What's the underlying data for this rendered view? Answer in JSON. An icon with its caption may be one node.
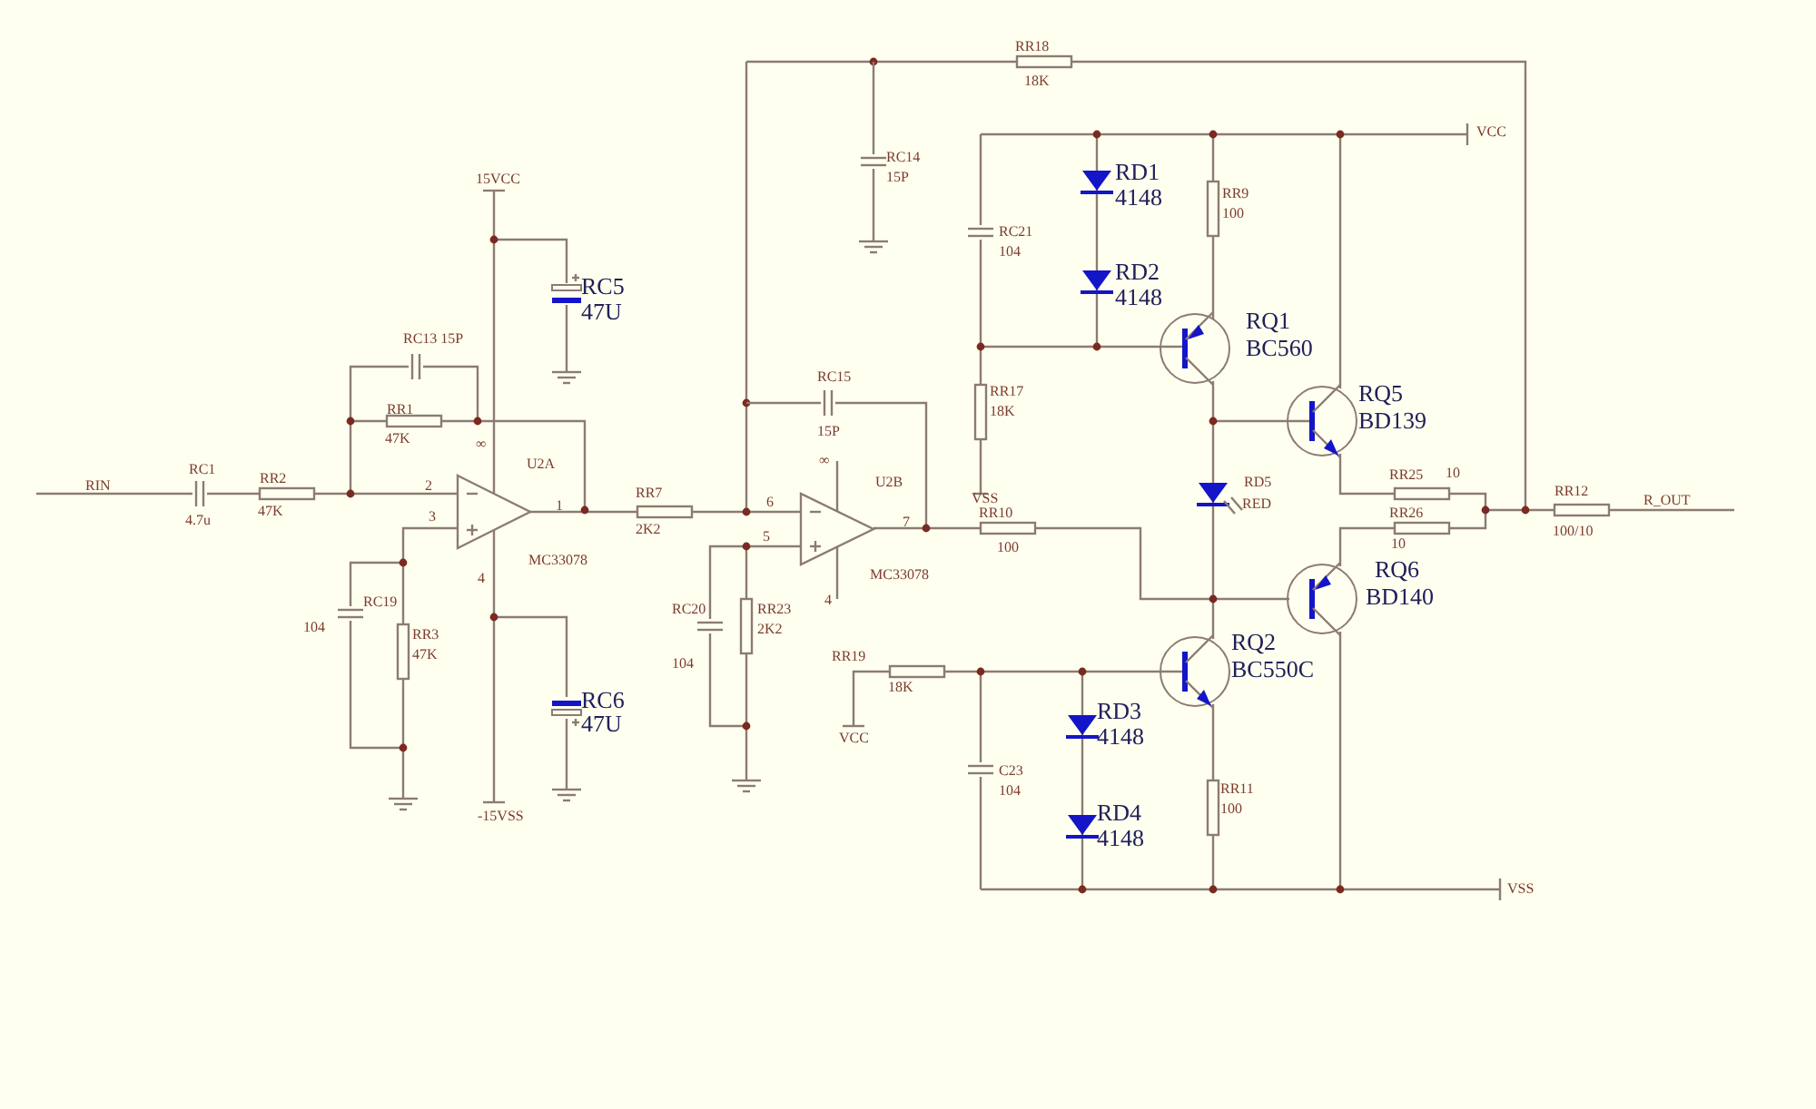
{
  "diagram": {
    "labels": [
      "RR18",
      "18K",
      "VCC",
      "RC14",
      "15P",
      "RD1",
      "4148",
      "15VCC",
      "RR9",
      "100",
      "RC21",
      "104",
      "RD2",
      "4148",
      "RC5",
      "47U",
      "RQ1",
      "BC560",
      "RC13 15P",
      "RC15",
      "RR17",
      "18K",
      "RQ5",
      "BD139",
      "RR1",
      "47K",
      "∞",
      "U2A",
      "15P",
      "∞",
      "U2B",
      "VSS",
      "RD5",
      "RED",
      "RR25",
      "10",
      "RIN",
      "RC1",
      "4.7u",
      "RR2",
      "47K",
      "2",
      "1",
      "RR7",
      "2K2",
      "6",
      "7",
      "RR10",
      "100",
      "RR12",
      "R_OUT",
      "RR26",
      "3",
      "5",
      "10",
      "100/10",
      "MC33078",
      "MC33078",
      "RQ6",
      "BD140",
      "4",
      "4",
      "RC19",
      "RR3",
      "47K",
      "104",
      "RC20",
      "RR23",
      "2K2",
      "RQ2",
      "BC550C",
      "RR19",
      "104",
      "18K",
      "RC6",
      "47U",
      "RD3",
      "4148",
      "VCC",
      "-15VSS",
      "C23",
      "104",
      "RR11",
      "100",
      "RD4",
      "4148",
      "VSS"
    ]
  }
}
